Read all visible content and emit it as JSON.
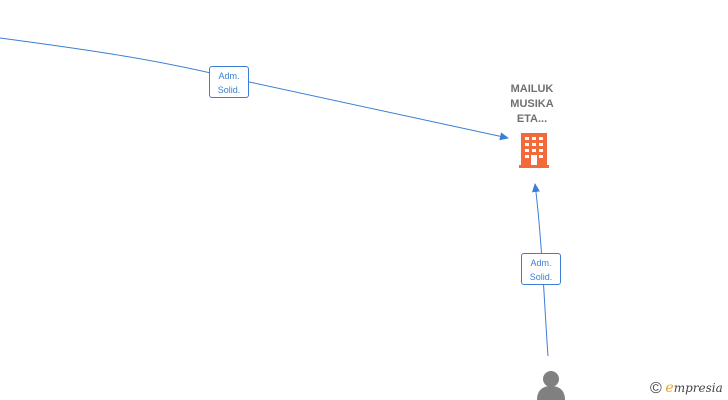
{
  "company": {
    "name_lines": [
      "MAILUK",
      "MUSIKA",
      "ETA..."
    ],
    "icon": "building-icon",
    "color": "#f26a3a"
  },
  "person": {
    "icon": "person-icon",
    "color": "#808080"
  },
  "edges": [
    {
      "from": "offscreen-left",
      "to": "company",
      "label_lines": [
        "Adm.",
        "Solid."
      ]
    },
    {
      "from": "person",
      "to": "company",
      "label_lines": [
        "Adm.",
        "Solid."
      ]
    }
  ],
  "edge_color": "#3a7fd5",
  "brand": {
    "copyright_symbol": "©",
    "name_first": "e",
    "name_rest": "mpresia"
  }
}
